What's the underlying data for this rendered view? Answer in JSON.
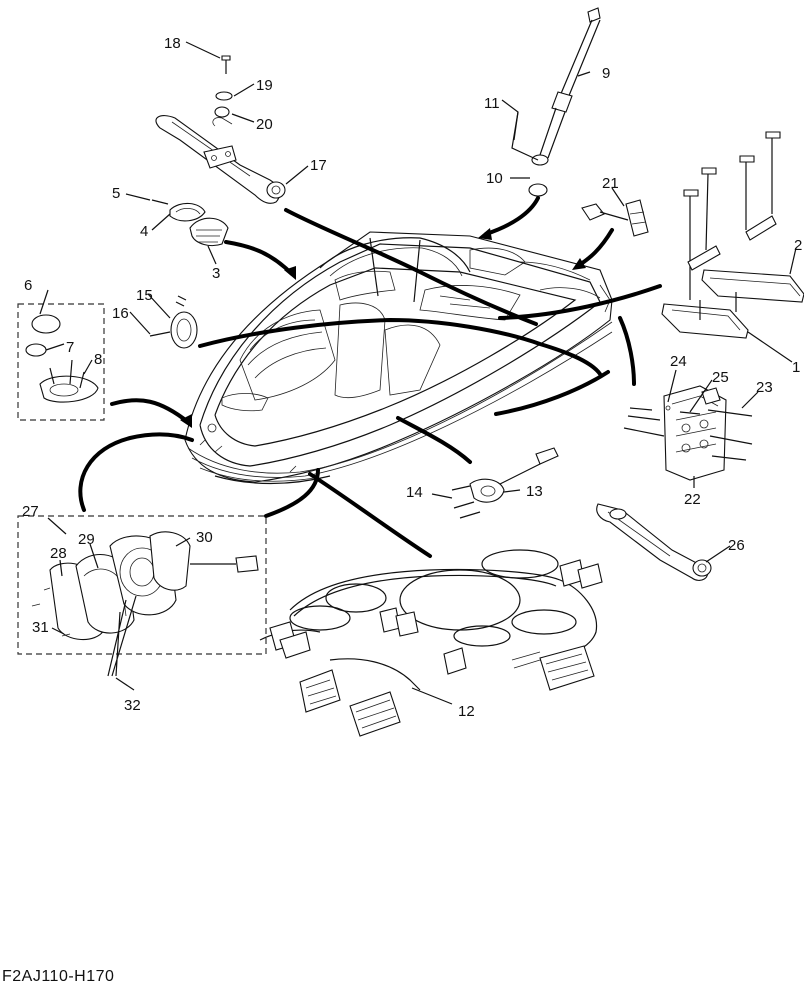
{
  "diagram": {
    "callouts": {
      "c1": "1",
      "c2": "2",
      "c3": "3",
      "c4": "4",
      "c5": "5",
      "c6": "6",
      "c7": "7",
      "c8": "8",
      "c9": "9",
      "c10": "10",
      "c11": "11",
      "c12": "12",
      "c13": "13",
      "c14": "14",
      "c15": "15",
      "c16": "16",
      "c17": "17",
      "c18": "18",
      "c19": "19",
      "c20": "20",
      "c21": "21",
      "c22": "22",
      "c23": "23",
      "c24": "24",
      "c25": "25",
      "c26": "26",
      "c27": "27",
      "c28": "28",
      "c29": "29",
      "c30": "30",
      "c31": "31",
      "c32": "32"
    },
    "figure_code": "F2AJ110-H170"
  }
}
